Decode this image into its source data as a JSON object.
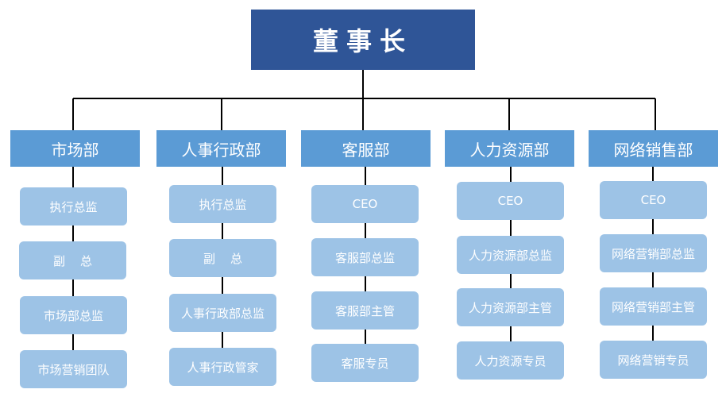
{
  "org_chart": {
    "root": {
      "label": "董事长"
    },
    "departments": [
      {
        "label": "市场部",
        "children": [
          "执行总监",
          "副    总",
          "市场部总监",
          "市场营销团队"
        ]
      },
      {
        "label": "人事行政部",
        "children": [
          "执行总监",
          "副    总",
          "人事行政部总监",
          "人事行政管家"
        ]
      },
      {
        "label": "客服部",
        "children": [
          "CEO",
          "客服部总监",
          "客服部主管",
          "客服专员"
        ]
      },
      {
        "label": "人力资源部",
        "children": [
          "CEO",
          "人力资源部总监",
          "人力资源部主管",
          "人力资源专员"
        ]
      },
      {
        "label": "网络销售部",
        "children": [
          "CEO",
          "网络营销部总监",
          "网络营销部主管",
          "网络营销专员"
        ]
      }
    ],
    "colors": {
      "root_fill": "#2f5597",
      "department_fill": "#5b9bd5",
      "role_fill": "#9dc3e6",
      "connector": "#000000",
      "text": "#ffffff"
    }
  }
}
